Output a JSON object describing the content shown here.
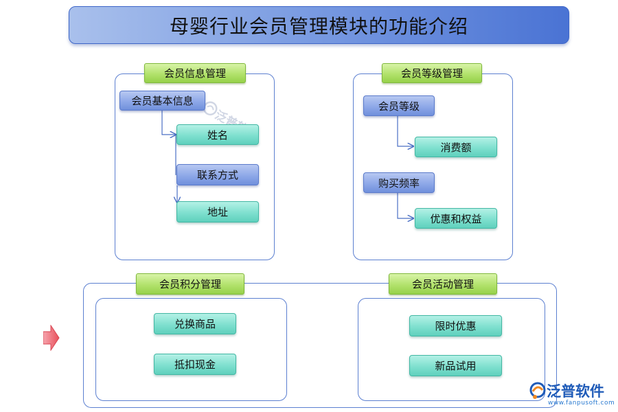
{
  "title": "母婴行业会员管理模块的功能介绍",
  "sections": {
    "info": {
      "header": "会员信息管理",
      "root": "会员基本信息",
      "items": [
        "姓名",
        "联系方式",
        "地址"
      ]
    },
    "level": {
      "header": "会员等级管理",
      "groups": [
        {
          "parent": "会员等级",
          "child": "消费额"
        },
        {
          "parent": "购买频率",
          "child": "优惠和权益"
        }
      ]
    },
    "points": {
      "header": "会员积分管理",
      "items": [
        "兑换商品",
        "抵扣现金"
      ]
    },
    "activity": {
      "header": "会员活动管理",
      "items": [
        "限时优惠",
        "新品试用"
      ]
    }
  },
  "watermark": {
    "text": "泛普软件"
  },
  "brand": {
    "name": "泛普软件",
    "url": "www.fanpusoft.com"
  },
  "colors": {
    "panel_border": "#5b7fd0",
    "blue_node": "#8ea8e8",
    "teal_node": "#7fe0cf",
    "green_header": "#b2e26c",
    "arrow": "#e8505b"
  }
}
